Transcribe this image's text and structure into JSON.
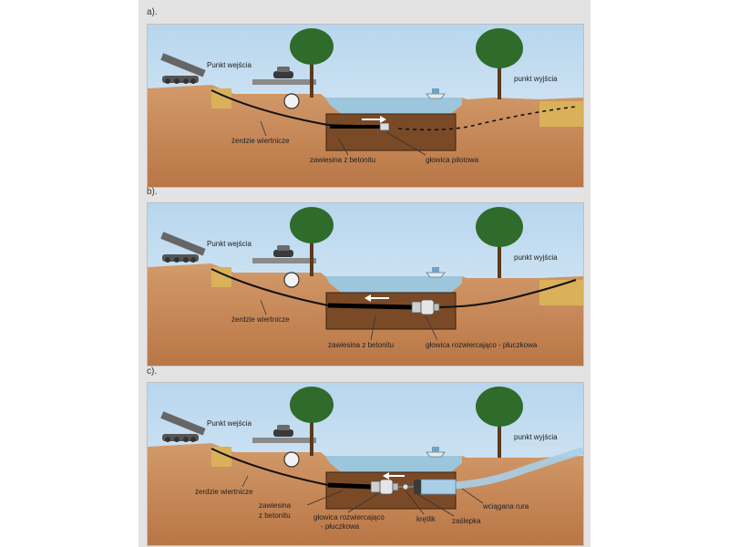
{
  "panels": [
    {
      "id": "a",
      "label": "a).",
      "entry": "Punkt wejścia",
      "exit": "punkt wyjścia",
      "rods": "żerdzie wiertnicze",
      "slurry": "zawiesina z betonitu",
      "head": "głowica pilotowa"
    },
    {
      "id": "b",
      "label": "b).",
      "entry": "Punkt wejścia",
      "exit": "punkt wyjścia",
      "rods": "żerdzie wiertnicze",
      "slurry": "zawiesina z betonitu",
      "head": "głowica rozwiercająco - płuczkowa"
    },
    {
      "id": "c",
      "label": "c).",
      "entry": "Punkt wejścia",
      "exit": "punkt wyjścia",
      "rods": "żerdzie wiertnicze",
      "slurry_line1": "zawiesina",
      "slurry_line2": "z betonitu",
      "head_line1": "głowica rozwiercająco",
      "head_line2": "- płuczkowa",
      "swivel": "krętlik",
      "cap": "zaślepka",
      "pipe": "wciągana rura"
    }
  ],
  "colors": {
    "sky": "#c6dff1",
    "soil": "#c98858",
    "soil_dark": "#a86a3e",
    "water": "#9cc6dc",
    "pit": "#d9b15a",
    "tree_canopy": "#2f6b2a",
    "pipe_blue": "#a9cfe8"
  }
}
